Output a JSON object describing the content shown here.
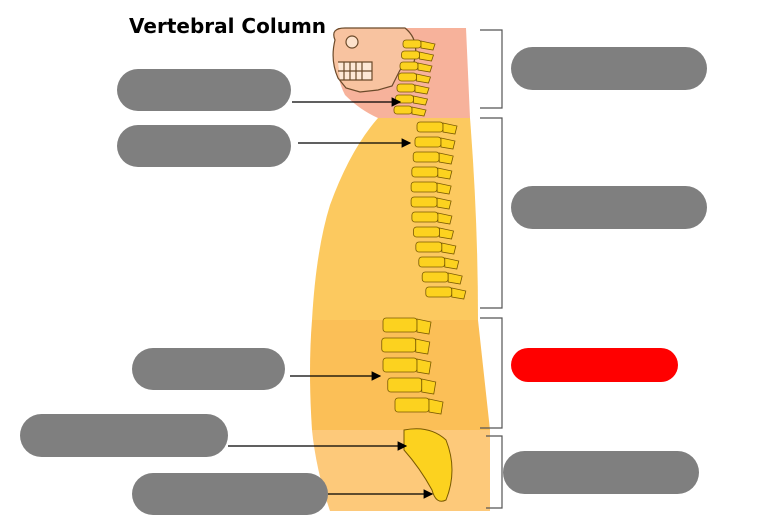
{
  "title": "Vertebral Column",
  "colors": {
    "cervical_skin": "#f7b29b",
    "thoracic_skin": "#fcc95f",
    "lumbar_skin": "#fbbf57",
    "sacral_skin": "#fdc97a",
    "bone": "#fcd21f",
    "bone_outline": "#7a5a00",
    "skull": "#f8c3a0",
    "label_default": "#7f7f7f",
    "label_highlight": "#ff0000"
  },
  "labels": [
    {
      "id": "left-1",
      "text": "",
      "highlighted": false
    },
    {
      "id": "left-2",
      "text": "",
      "highlighted": false
    },
    {
      "id": "left-3",
      "text": "",
      "highlighted": false
    },
    {
      "id": "left-4",
      "text": "",
      "highlighted": false
    },
    {
      "id": "left-5",
      "text": "",
      "highlighted": false
    },
    {
      "id": "right-1",
      "text": "",
      "highlighted": false
    },
    {
      "id": "right-2",
      "text": "",
      "highlighted": false
    },
    {
      "id": "right-3",
      "text": "",
      "highlighted": true
    },
    {
      "id": "right-4",
      "text": "",
      "highlighted": false
    }
  ]
}
